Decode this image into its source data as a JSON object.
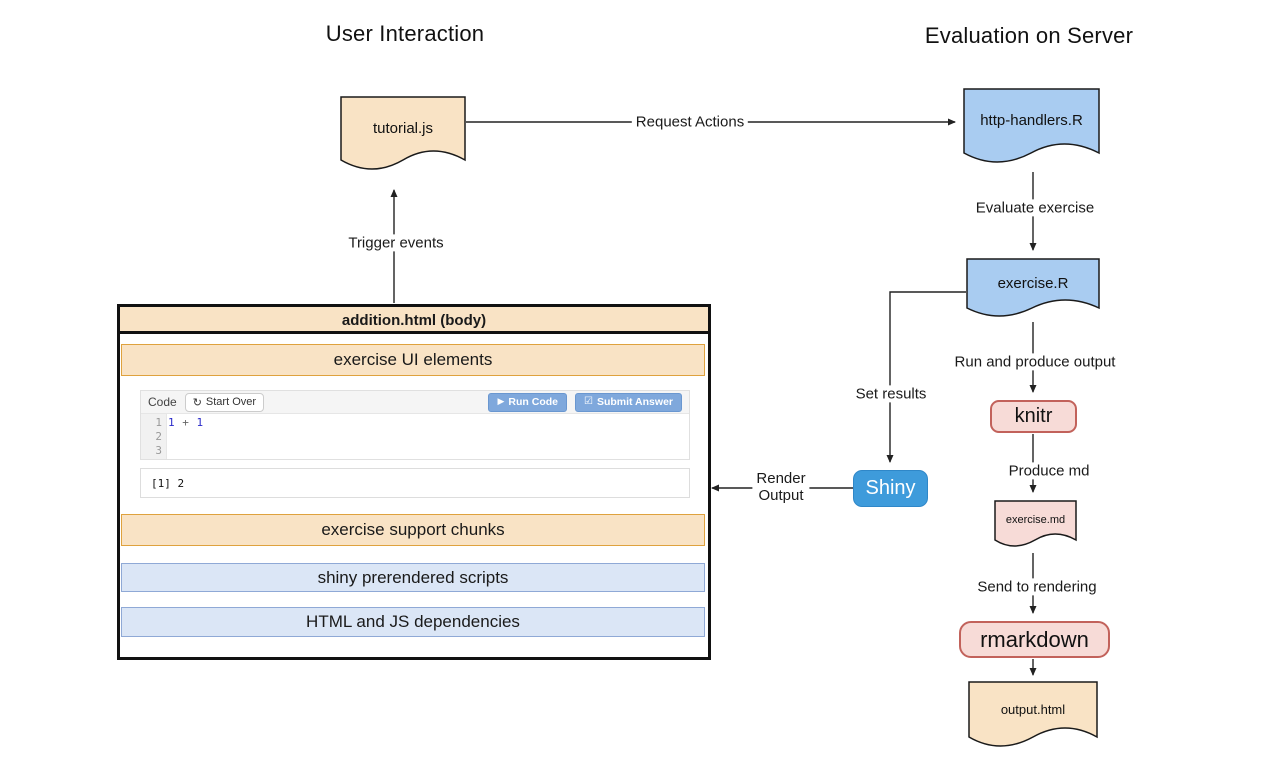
{
  "titles": {
    "left": "User Interaction",
    "right": "Evaluation on Server"
  },
  "nodes": {
    "tutorial_js": "tutorial.js",
    "http_handlers": "http-handlers.R",
    "exercise_r": "exercise.R",
    "knitr": "knitr",
    "exercise_md": "exercise.md",
    "rmarkdown": "rmarkdown",
    "output_html": "output.html",
    "shiny": "Shiny"
  },
  "edges": {
    "request_actions": "Request Actions",
    "trigger_events": "Trigger events",
    "evaluate_exercise": "Evaluate exercise",
    "run_produce": "Run and produce output",
    "produce_md": "Produce md",
    "send_rendering": "Send to rendering",
    "set_results": "Set results",
    "render_line1": "Render",
    "render_line2": "Output"
  },
  "addition_box": {
    "title": "addition.html (body)",
    "bars": [
      {
        "label": "exercise UI elements",
        "style": "tan"
      },
      {
        "label": "exercise support chunks",
        "style": "tan"
      },
      {
        "label": "shiny prerendered scripts",
        "style": "blue"
      },
      {
        "label": "HTML and JS dependencies",
        "style": "blue"
      }
    ]
  },
  "widget": {
    "code_label": "Code",
    "start_over": "Start Over",
    "run_code": "Run Code",
    "submit_answer": "Submit Answer",
    "refresh_icon": "↻",
    "play_icon": "▶",
    "checkbox_icon": "☑",
    "line_numbers": [
      "1",
      "2",
      "3"
    ],
    "code": {
      "a": "1",
      "op": "+",
      "b": "1"
    },
    "output": "[1] 2"
  },
  "colors": {
    "tan_fill": "#F9E3C5",
    "orange_border": "#DFA23E",
    "blue_doc_fill": "#A9CCF1",
    "blue_bar_fill": "#DBE6F6",
    "blue_bar_border": "#8FA9D6",
    "pink_fill": "#F7DBD7",
    "red_border": "#C2625B",
    "shiny_blue": "#3E9BDB",
    "button_blue": "#7FA8DC",
    "line_color": "#222222"
  }
}
